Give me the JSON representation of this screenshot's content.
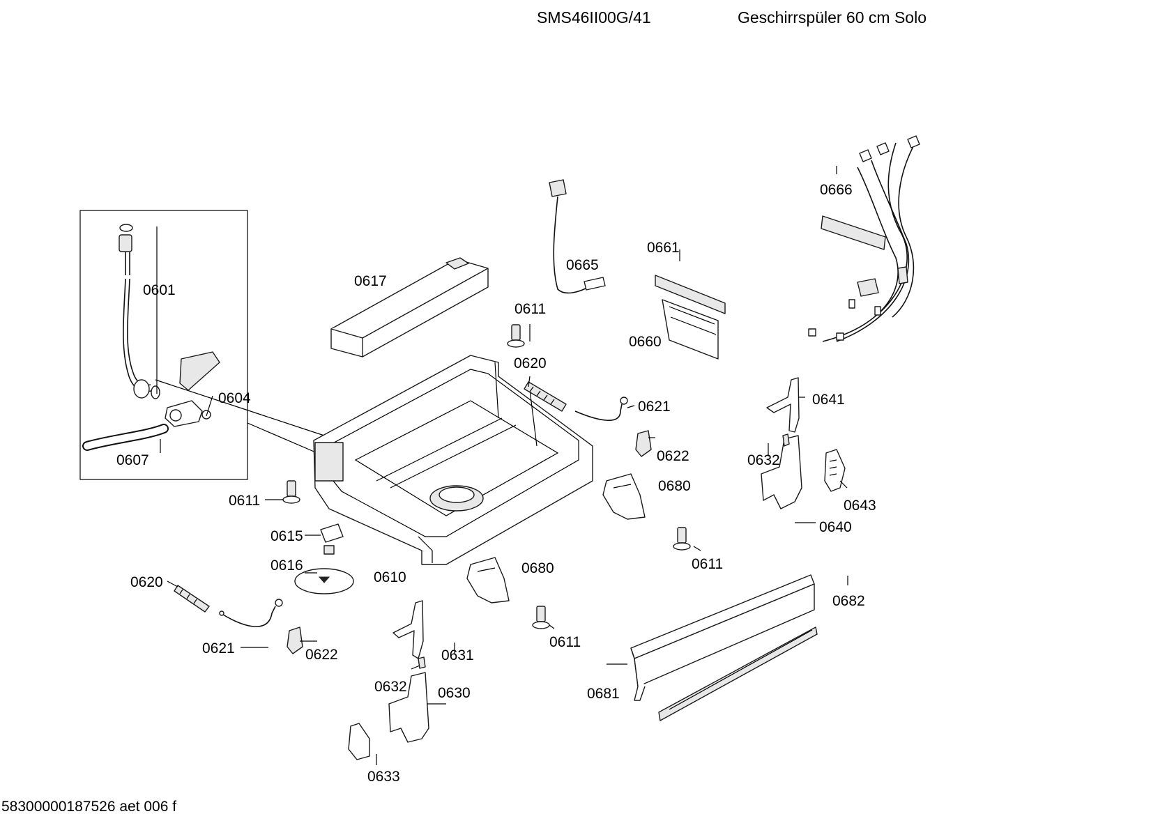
{
  "header": {
    "model": "SMS46II00G/41",
    "description": "Geschirrspüler 60 cm Solo"
  },
  "footer": "58300000187526 aet 006 f",
  "part_labels": [
    {
      "key": "0601",
      "text": "0601"
    },
    {
      "key": "0604",
      "text": "0604"
    },
    {
      "key": "0607",
      "text": "0607"
    },
    {
      "key": "0610",
      "text": "0610"
    },
    {
      "key": "0611a",
      "text": "0611"
    },
    {
      "key": "0611b",
      "text": "0611"
    },
    {
      "key": "0611c",
      "text": "0611"
    },
    {
      "key": "0611d",
      "text": "0611"
    },
    {
      "key": "0615",
      "text": "0615"
    },
    {
      "key": "0616",
      "text": "0616"
    },
    {
      "key": "0617",
      "text": "0617"
    },
    {
      "key": "0620a",
      "text": "0620"
    },
    {
      "key": "0620b",
      "text": "0620"
    },
    {
      "key": "0621a",
      "text": "0621"
    },
    {
      "key": "0621b",
      "text": "0621"
    },
    {
      "key": "0622a",
      "text": "0622"
    },
    {
      "key": "0622b",
      "text": "0622"
    },
    {
      "key": "0630",
      "text": "0630"
    },
    {
      "key": "0631",
      "text": "0631"
    },
    {
      "key": "0632a",
      "text": "0632"
    },
    {
      "key": "0632b",
      "text": "0632"
    },
    {
      "key": "0633",
      "text": "0633"
    },
    {
      "key": "0640",
      "text": "0640"
    },
    {
      "key": "0641",
      "text": "0641"
    },
    {
      "key": "0643",
      "text": "0643"
    },
    {
      "key": "0660",
      "text": "0660"
    },
    {
      "key": "0661",
      "text": "0661"
    },
    {
      "key": "0665",
      "text": "0665"
    },
    {
      "key": "0666",
      "text": "0666"
    },
    {
      "key": "0680a",
      "text": "0680"
    },
    {
      "key": "0680b",
      "text": "0680"
    },
    {
      "key": "0681",
      "text": "0681"
    },
    {
      "key": "0682",
      "text": "0682"
    }
  ]
}
